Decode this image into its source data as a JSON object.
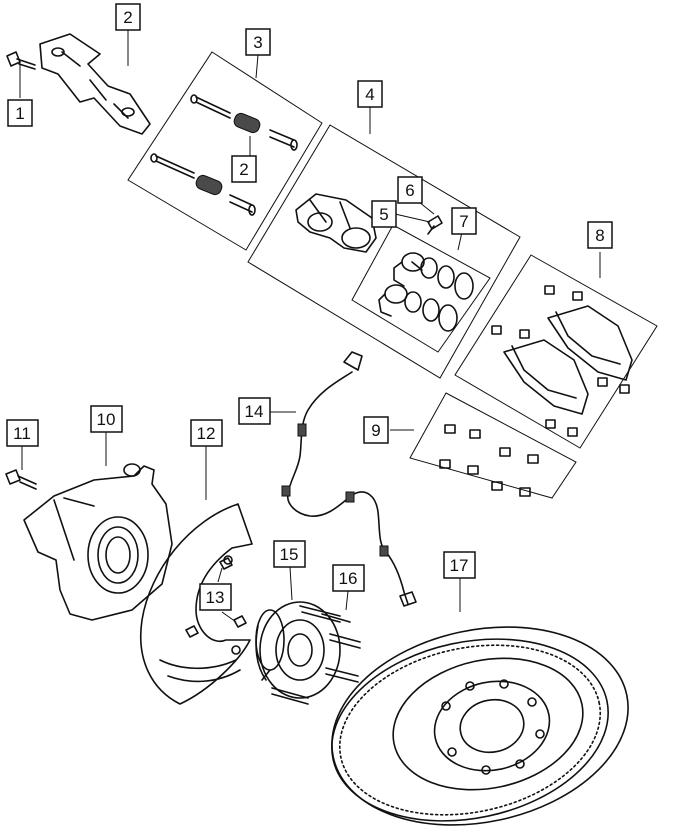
{
  "diagram": {
    "callouts": [
      {
        "id": "c1",
        "label": "1"
      },
      {
        "id": "c2a",
        "label": "2"
      },
      {
        "id": "c2b",
        "label": "2"
      },
      {
        "id": "c3",
        "label": "3"
      },
      {
        "id": "c4",
        "label": "4"
      },
      {
        "id": "c5",
        "label": "5"
      },
      {
        "id": "c6",
        "label": "6"
      },
      {
        "id": "c7",
        "label": "7"
      },
      {
        "id": "c8",
        "label": "8"
      },
      {
        "id": "c9",
        "label": "9"
      },
      {
        "id": "c10",
        "label": "10"
      },
      {
        "id": "c11",
        "label": "11"
      },
      {
        "id": "c12",
        "label": "12"
      },
      {
        "id": "c13",
        "label": "13"
      },
      {
        "id": "c14",
        "label": "14"
      },
      {
        "id": "c15",
        "label": "15"
      },
      {
        "id": "c16",
        "label": "16"
      },
      {
        "id": "c17",
        "label": "17"
      }
    ],
    "colors": {
      "line": "#111111",
      "background": "#ffffff",
      "shade": "#bdbdbd"
    }
  }
}
